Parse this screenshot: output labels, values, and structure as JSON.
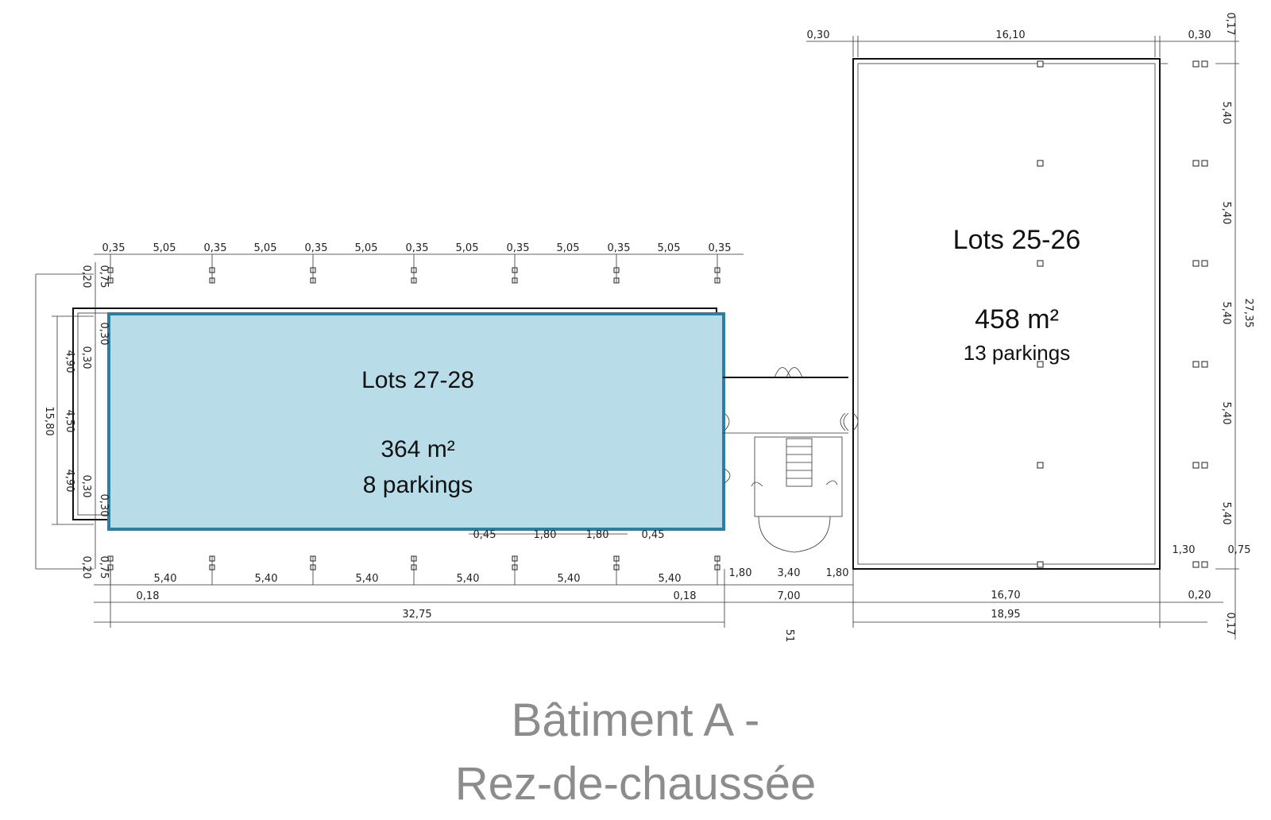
{
  "lots": {
    "east": {
      "name": "Lots 25-26",
      "area": "458 m²",
      "parkings": "13 parkings"
    },
    "west": {
      "name": "Lots 27-28",
      "area": "364 m²",
      "parkings": "8 parkings"
    }
  },
  "colors": {
    "highlight_fill": "#b9dce9",
    "highlight_border": "#2b7fa3",
    "title": "#8c8c8c"
  },
  "caption": {
    "line1": "Bâtiment A -",
    "line2": "Rez-de-chaussée"
  },
  "dimensions": {
    "top_east": [
      "0,30",
      "16,10",
      "0,30"
    ],
    "top_east_right": "0,17",
    "top_west": [
      "0,35",
      "5,05",
      "0,35",
      "5,05",
      "0,35",
      "5,05",
      "0,35",
      "5,05",
      "0,35",
      "5,05",
      "0,35",
      "5,05",
      "0,35"
    ],
    "left_outer": "15,80",
    "left_inner": [
      "4,90",
      "4,50",
      "4,90"
    ],
    "left_small": [
      "0,20",
      "0,75",
      "0,30",
      "0,30",
      "0,30",
      "0,30",
      "0,75",
      "0,20"
    ],
    "bottom_bays": [
      "5,40",
      "5,40",
      "5,40",
      "5,40",
      "5,40",
      "5,40"
    ],
    "bottom_offsets": [
      "0,18",
      "0,18"
    ],
    "bottom_total_west": "32,75",
    "core_top": [
      "0,45",
      "1,80",
      "1,80",
      "0,45"
    ],
    "core_bottom": [
      "1,80",
      "3,40",
      "1,80"
    ],
    "core_total": "7,00",
    "east_bottom": "16,70",
    "east_bottom_total": "18,95",
    "east_bottom_right": "0,20",
    "east_right_bays": [
      "5,40",
      "5,40",
      "5,40",
      "5,40",
      "5,40"
    ],
    "east_right_total": "27,35",
    "east_right_small": [
      "1,30",
      "0,75"
    ],
    "east_right_bottom": "0,17",
    "stair_label": "51"
  }
}
